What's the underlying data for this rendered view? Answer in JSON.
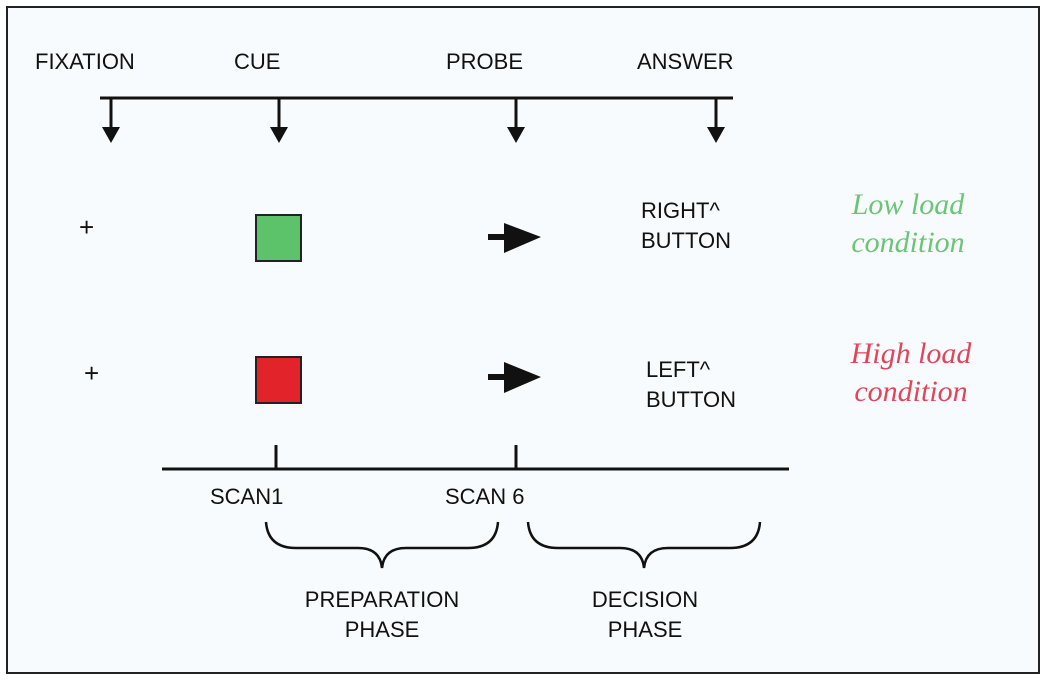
{
  "timeline": {
    "fixation": "FIXATION",
    "cue": "CUE",
    "probe": "PROBE",
    "answer": "ANSWER"
  },
  "rows": {
    "low": {
      "fixation_symbol": "+",
      "cue_color": "#5cc36a",
      "answer": "RIGHT^\nBUTTON",
      "condition": "Low load\ncondition",
      "condition_color": "#6cc476"
    },
    "high": {
      "fixation_symbol": "+",
      "cue_color": "#e2242a",
      "answer": "LEFT^\nBUTTON",
      "condition": "High load\ncondition",
      "condition_color": "#e0455a"
    }
  },
  "scans": {
    "scan1": "SCAN1",
    "scan6": "SCAN 6"
  },
  "phases": {
    "preparation": "PREPARATION\nPHASE",
    "decision": "DECISION\nPHASE"
  }
}
